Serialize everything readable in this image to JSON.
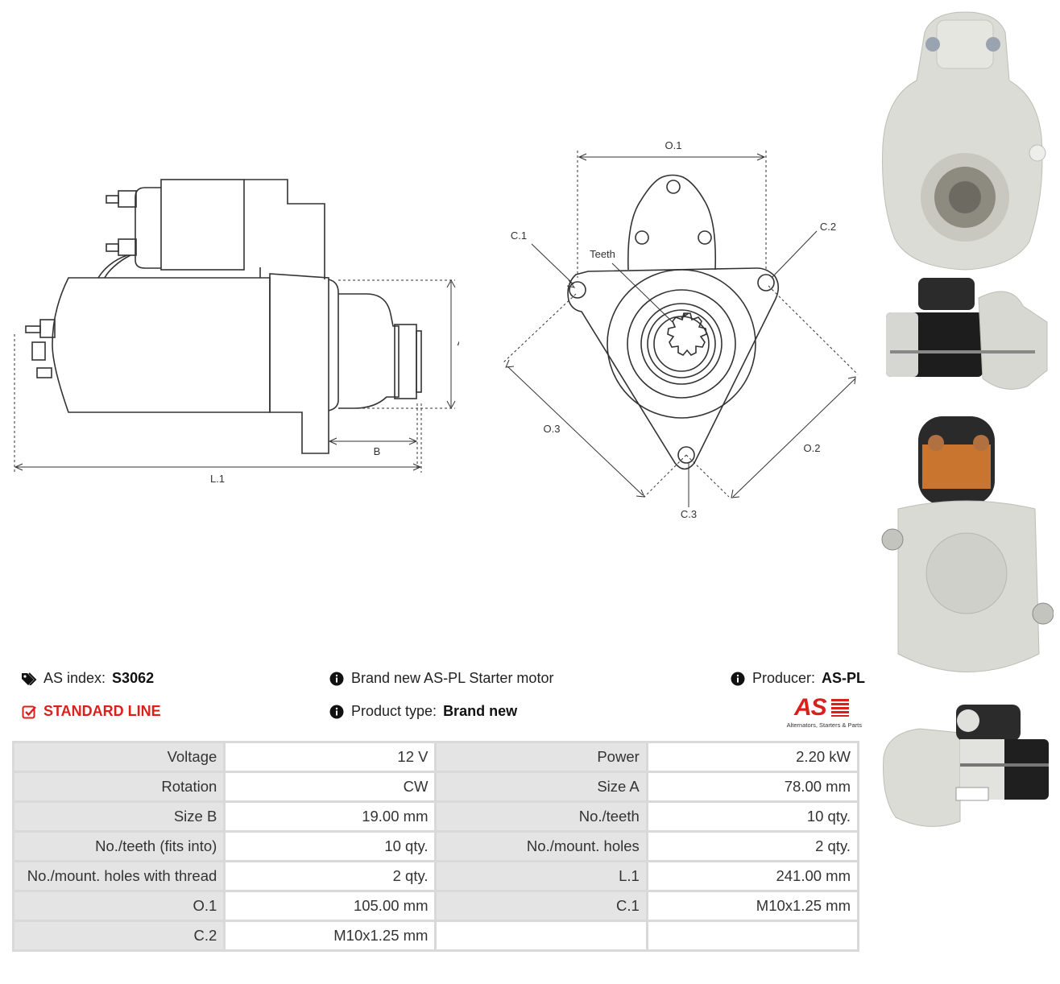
{
  "drawings": {
    "side": {
      "label_a": "A",
      "label_b": "B",
      "label_l1": "L.1"
    },
    "front": {
      "label_o1": "O.1",
      "label_o2": "O.2",
      "label_o3": "O.3",
      "label_c1": "C.1",
      "label_c2": "C.2",
      "label_c3": "C.3",
      "label_teeth": "Teeth"
    }
  },
  "info": {
    "as_index_label": "AS index:",
    "as_index_value": "S3062",
    "line": "STANDARD LINE",
    "description": "Brand new AS-PL Starter motor",
    "product_type_label": "Product type:",
    "product_type_value": "Brand new",
    "producer_label": "Producer:",
    "producer_value": "AS-PL",
    "logo_text": "AS",
    "logo_tagline": "Alternators, Starters & Parts"
  },
  "icons": {
    "tags": "tags-icon",
    "check": "check-square-icon",
    "info": "info-circle-icon"
  },
  "colors": {
    "accent_red": "#d9211c",
    "table_key_bg": "#e4e4e4",
    "table_border": "#d9d9d9"
  },
  "specs": [
    [
      {
        "k": "Voltage",
        "v": "12 V"
      },
      {
        "k": "Power",
        "v": "2.20 kW"
      }
    ],
    [
      {
        "k": "Rotation",
        "v": "CW"
      },
      {
        "k": "Size A",
        "v": "78.00 mm"
      }
    ],
    [
      {
        "k": "Size B",
        "v": "19.00 mm"
      },
      {
        "k": "No./teeth",
        "v": "10 qty."
      }
    ],
    [
      {
        "k": "No./teeth (fits into)",
        "v": "10 qty."
      },
      {
        "k": "No./mount. holes",
        "v": "2 qty."
      }
    ],
    [
      {
        "k": "No./mount. holes with thread",
        "v": "2 qty."
      },
      {
        "k": "L.1",
        "v": "241.00 mm"
      }
    ],
    [
      {
        "k": "O.1",
        "v": "105.00 mm"
      },
      {
        "k": "C.1",
        "v": "M10x1.25 mm"
      }
    ],
    [
      {
        "k": "C.2",
        "v": "M10x1.25 mm"
      },
      {
        "k": "",
        "v": ""
      }
    ]
  ]
}
